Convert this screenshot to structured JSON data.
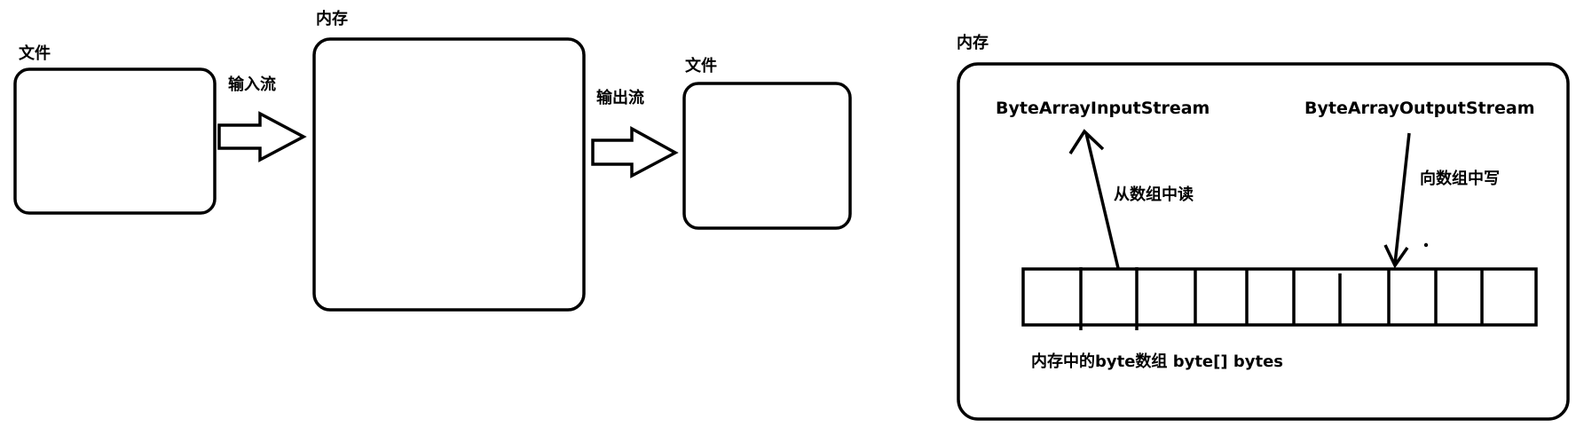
{
  "left_diagram": {
    "file_in_label": "文件",
    "input_stream_label": "输入流",
    "memory_label": "内存",
    "output_stream_label": "输出流",
    "file_out_label": "文件"
  },
  "right_diagram": {
    "memory_label": "内存",
    "input_class_label": "ByteArrayInputStream",
    "output_class_label": "ByteArrayOutputStream",
    "read_label": "从数组中读",
    "write_label": "向数组中写",
    "array_caption": "内存中的byte数组 byte[] bytes",
    "array_cell_count": 10
  },
  "colors": {
    "stroke": "#000000",
    "background": "#ffffff"
  }
}
